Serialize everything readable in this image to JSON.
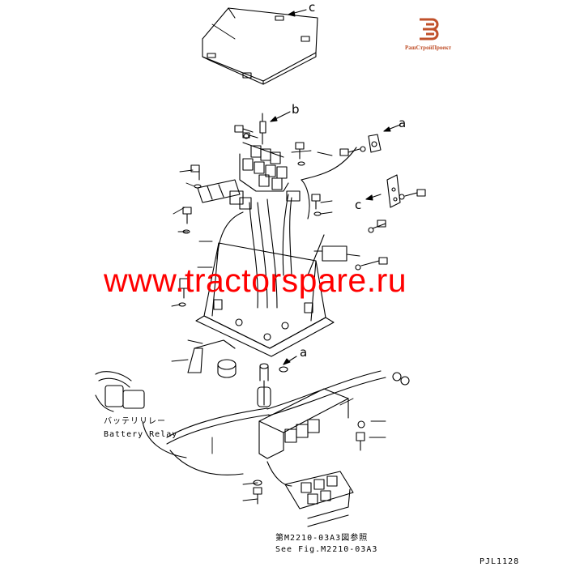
{
  "diagram": {
    "callouts": {
      "c_top": "c",
      "b": "b",
      "a_top": "a",
      "c_mid": "c",
      "a_mid": "a"
    },
    "battery_relay_jp": "バッテリリレー",
    "battery_relay_en": "Battery Relay",
    "see_fig_jp": "第M2210-03A3図参照",
    "see_fig_en": "See Fig.M2210-03A3",
    "drawing_code": "PJL1128",
    "watermark": "www.tractorspare.ru",
    "logo_text": "РашСтройПроект",
    "colors": {
      "line": "#000000",
      "watermark": "#ff0000",
      "logo": "#c0502a"
    }
  }
}
